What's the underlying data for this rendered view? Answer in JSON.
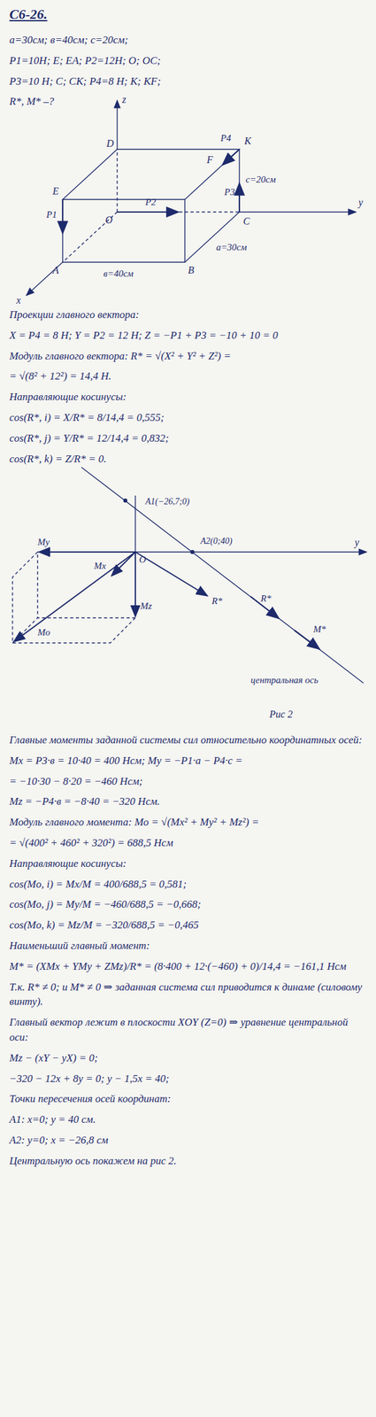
{
  "diagram": {
    "title": "C6-26.",
    "labels": [
      "a=30см; в=40см; с=20см;",
      "P1=10Н; E; EA;   P2=12Н; O; OC;",
      "P3=10 Н; C; CK;   P4=8 Н; K; KF;",
      "R*, M* –?",
      "z",
      "D",
      "E",
      "K",
      "F",
      "P4",
      "P3",
      "c=20см",
      "y",
      "O",
      "P1",
      "P2",
      "A",
      "B",
      "C",
      "в=40см",
      "a=30см",
      "x",
      "Проекции главного вектора:",
      "X = P4 = 8 Н;   Y = P2 = 12 Н;   Z = −P1 + P3 = −10 + 10 = 0",
      "Модуль главного вектора: R* = √(X² + Y² + Z²) =",
      "= √(8² + 12²) = 14,4 Н.",
      "Направляющие косинусы:",
      "cos(R*, i) = X/R* = 8/14,4 = 0,555;",
      "cos(R*, j) = Y/R* = 12/14,4 = 0,832;",
      "cos(R*, k) = Z/R* = 0.",
      "My",
      "Mx",
      "Mz",
      "Mo",
      "O",
      "R*",
      "A1(−26,7;0)",
      "A2(0;40)",
      "R*",
      "M*",
      "y",
      "центральная ось",
      "Рис 2",
      "Главные моменты заданной системы сил относительно координатных осей:",
      "Mx = P3·в = 10·40 = 400 Нсм;   My = −P1·a − P4·c =",
      "= −10·30 − 8·20 = −460 Нсм;",
      "Mz = −P4·в = −8·40 = −320 Нсм.",
      "Модуль главного момента: Mo = √(Mx² + My² + Mz²) =",
      "= √(400² + 460² + 320²) = 688,5 Нсм",
      "Направляющие косинусы:",
      "cos(Mo, i) = Mx/M = 400/688,5 = 0,581;",
      "cos(Mo, j) = My/M = −460/688,5 = −0,668;",
      "cos(Mo, k) = Mz/M = −320/688,5 = −0,465",
      "Наименьший главный момент:",
      "M* = (XMx + YMy + ZMz)/R* = (8·400 + 12·(−460) + 0)/14,4 = −161,1 Нсм",
      "Т.к. R* ≠ 0; и M* ≠ 0 ⇒ заданная система сил приводится к динаме (силовому винту).",
      "Главный вектор лежит в плоскости XOY (Z=0) ⇒ уравнение центральной оси:",
      "Mz − (xY − yX) = 0;",
      "−320 − 12x + 8y = 0;   y − 1,5x = 40;",
      "Точки пересечения осей координат:",
      "A1: x=0; y = 40 см.",
      "A2: y=0; x = −26,8 см",
      "Центральную ось покажем на рис 2."
    ]
  }
}
